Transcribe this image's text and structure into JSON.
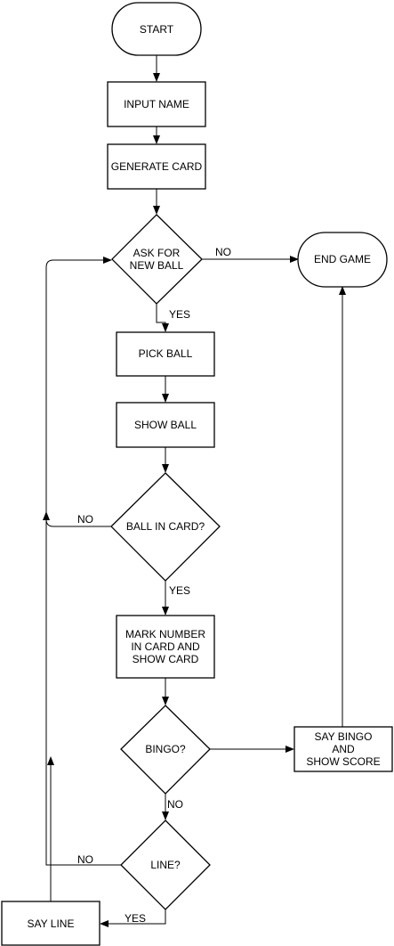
{
  "nodes": {
    "start": [
      "START"
    ],
    "input_name": [
      "INPUT NAME"
    ],
    "generate_card": [
      "GENERATE CARD"
    ],
    "ask_ball": [
      "ASK FOR",
      "NEW BALL"
    ],
    "end_game": [
      "END GAME"
    ],
    "pick_ball": [
      "PICK BALL"
    ],
    "show_ball": [
      "SHOW BALL"
    ],
    "ball_in_card": [
      "BALL IN CARD?"
    ],
    "mark_number": [
      "MARK NUMBER",
      "IN CARD AND",
      "SHOW CARD"
    ],
    "bingo": [
      "BINGO?"
    ],
    "say_bingo": [
      "SAY BINGO",
      "AND",
      "SHOW SCORE"
    ],
    "line": [
      "LINE?"
    ],
    "say_line": [
      "SAY LINE"
    ]
  },
  "edge_labels": {
    "ask_no": "NO",
    "ask_yes": "YES",
    "ball_no": "NO",
    "ball_yes": "YES",
    "bingo_no": "NO",
    "line_no": "NO",
    "line_yes": "YES"
  }
}
